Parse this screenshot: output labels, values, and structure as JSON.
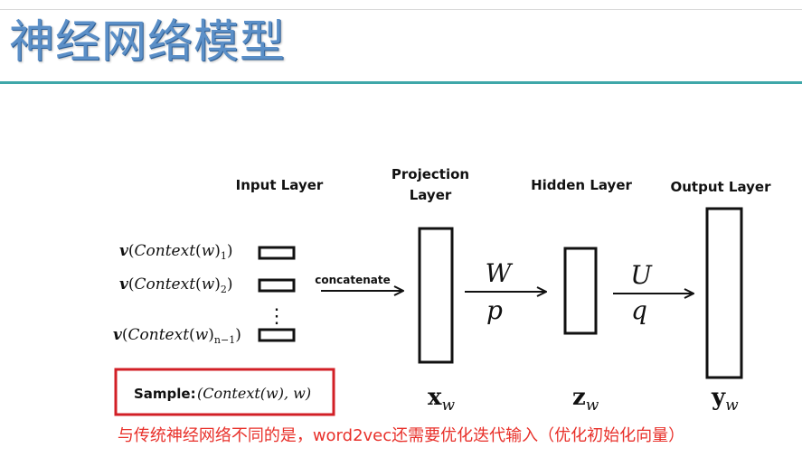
{
  "title": "神经网络模型",
  "diagram": {
    "layers": {
      "input": "Input  Layer",
      "projection_line1": "Projection",
      "projection_line2": "Layer",
      "hidden": "Hidden Layer",
      "output": "Output Layer"
    },
    "inputs": [
      {
        "prefix": "v",
        "body": "Context",
        "arg": "w",
        "sub": "1"
      },
      {
        "prefix": "v",
        "body": "Context",
        "arg": "w",
        "sub": "2"
      },
      {
        "prefix": "v",
        "body": "Context",
        "arg": "w",
        "sub": "n−1"
      }
    ],
    "ellipsis": "⋮",
    "concat_label": "concatenate",
    "arrow_proj_hidden": {
      "top": "W",
      "bottom": "p"
    },
    "arrow_hidden_output": {
      "top": "U",
      "bottom": "q"
    },
    "vectors": {
      "x": {
        "base": "x",
        "sub": "w"
      },
      "z": {
        "base": "z",
        "sub": "w"
      },
      "y": {
        "base": "y",
        "sub": "w"
      }
    },
    "sample": {
      "label": "Sample:",
      "formula": "(Context(w), w)",
      "border_color": "#d21f26"
    }
  },
  "caption": "与传统神经网络不同的是，word2vec还需要优化迭代输入（优化初始化向量）",
  "colors": {
    "title": "#5b8fc7",
    "title_rule": "#3fa7a9",
    "caption": "#e8302a"
  }
}
